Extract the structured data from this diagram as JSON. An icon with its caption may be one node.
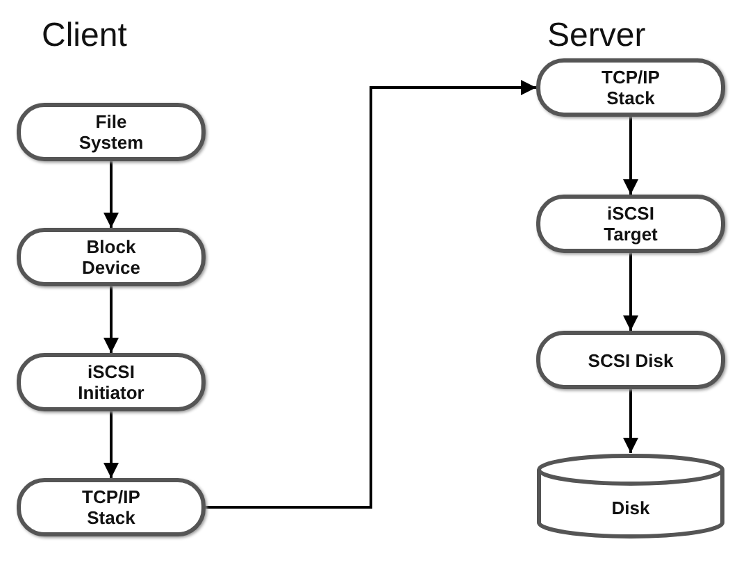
{
  "diagram": {
    "nodes": [
      {
        "text": [
          "File System"
        ]
      },
      {
        "text": [
          "Block Device"
        ]
      },
      {
        "text": [
          "iSCSI Initiator"
        ]
      },
      {
        "text": [
          "TCP/IP Stack"
        ]
      },
      {
        "text": [
          "TCP/IP Stack"
        ]
      },
      {
        "text": [
          "iSCSI Target"
        ]
      },
      {
        "text": [
          "SCSI Disk"
        ]
      },
      {
        "text": [
          "Disk"
        ]
      }
    ],
    "edges": [
      {
        "from": 0,
        "to": 1,
        "arrow": "to"
      },
      {
        "from": 1,
        "to": 2,
        "arrow": "to"
      },
      {
        "from": 2,
        "to": 3,
        "arrow": "to"
      },
      {
        "from": 3,
        "to": 4,
        "arrow": "to"
      },
      {
        "from": 4,
        "to": 5,
        "arrow": "to"
      },
      {
        "from": 5,
        "to": 6,
        "arrow": "to"
      },
      {
        "from": 6,
        "to": 7,
        "arrow": "to"
      }
    ],
    "labels": [
      "Client",
      "Server"
    ]
  }
}
